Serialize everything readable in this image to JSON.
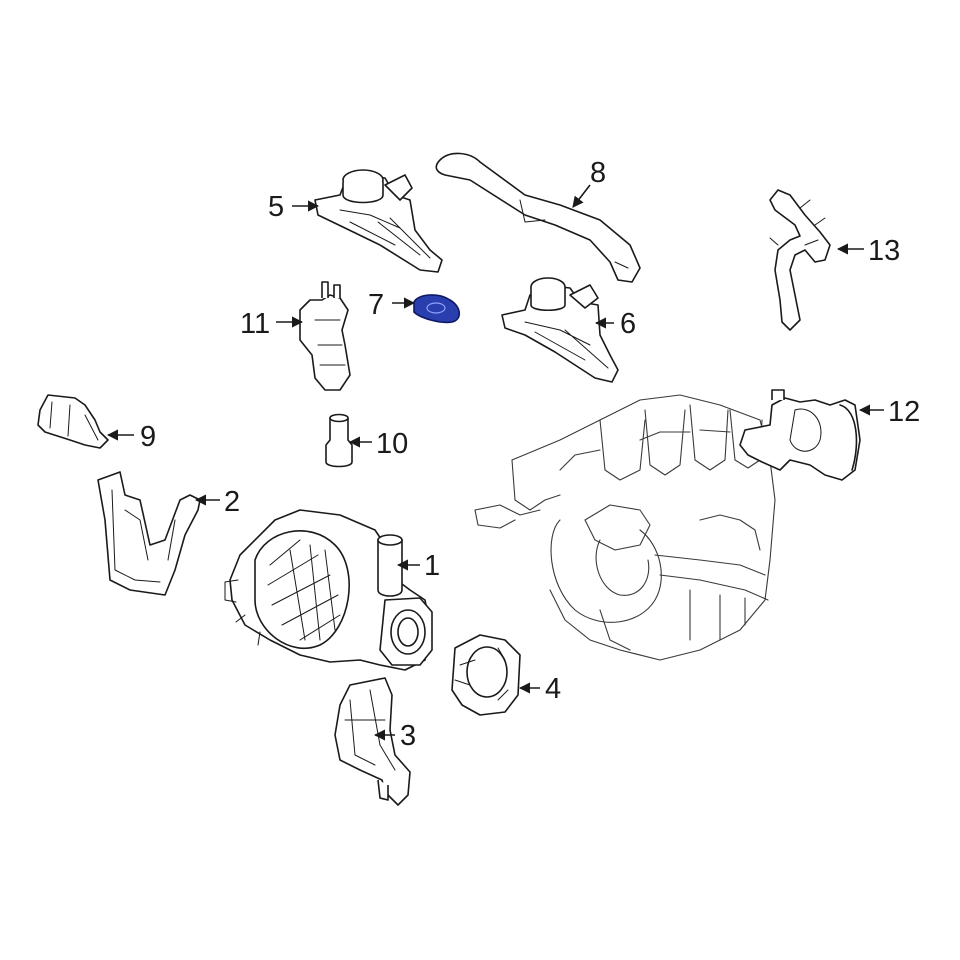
{
  "callouts": [
    {
      "id": "1",
      "label": "1"
    },
    {
      "id": "2",
      "label": "2"
    },
    {
      "id": "3",
      "label": "3"
    },
    {
      "id": "4",
      "label": "4"
    },
    {
      "id": "5",
      "label": "5"
    },
    {
      "id": "6",
      "label": "6"
    },
    {
      "id": "7",
      "label": "7"
    },
    {
      "id": "8",
      "label": "8"
    },
    {
      "id": "9",
      "label": "9"
    },
    {
      "id": "10",
      "label": "10"
    },
    {
      "id": "11",
      "label": "11"
    },
    {
      "id": "12",
      "label": "12"
    },
    {
      "id": "13",
      "label": "13"
    }
  ],
  "colors": {
    "line": "#1a1a1a",
    "highlight_fill": "#2a3fae",
    "highlight_stroke": "#0e1a66",
    "background": "#ffffff"
  },
  "highlighted_part": "7"
}
